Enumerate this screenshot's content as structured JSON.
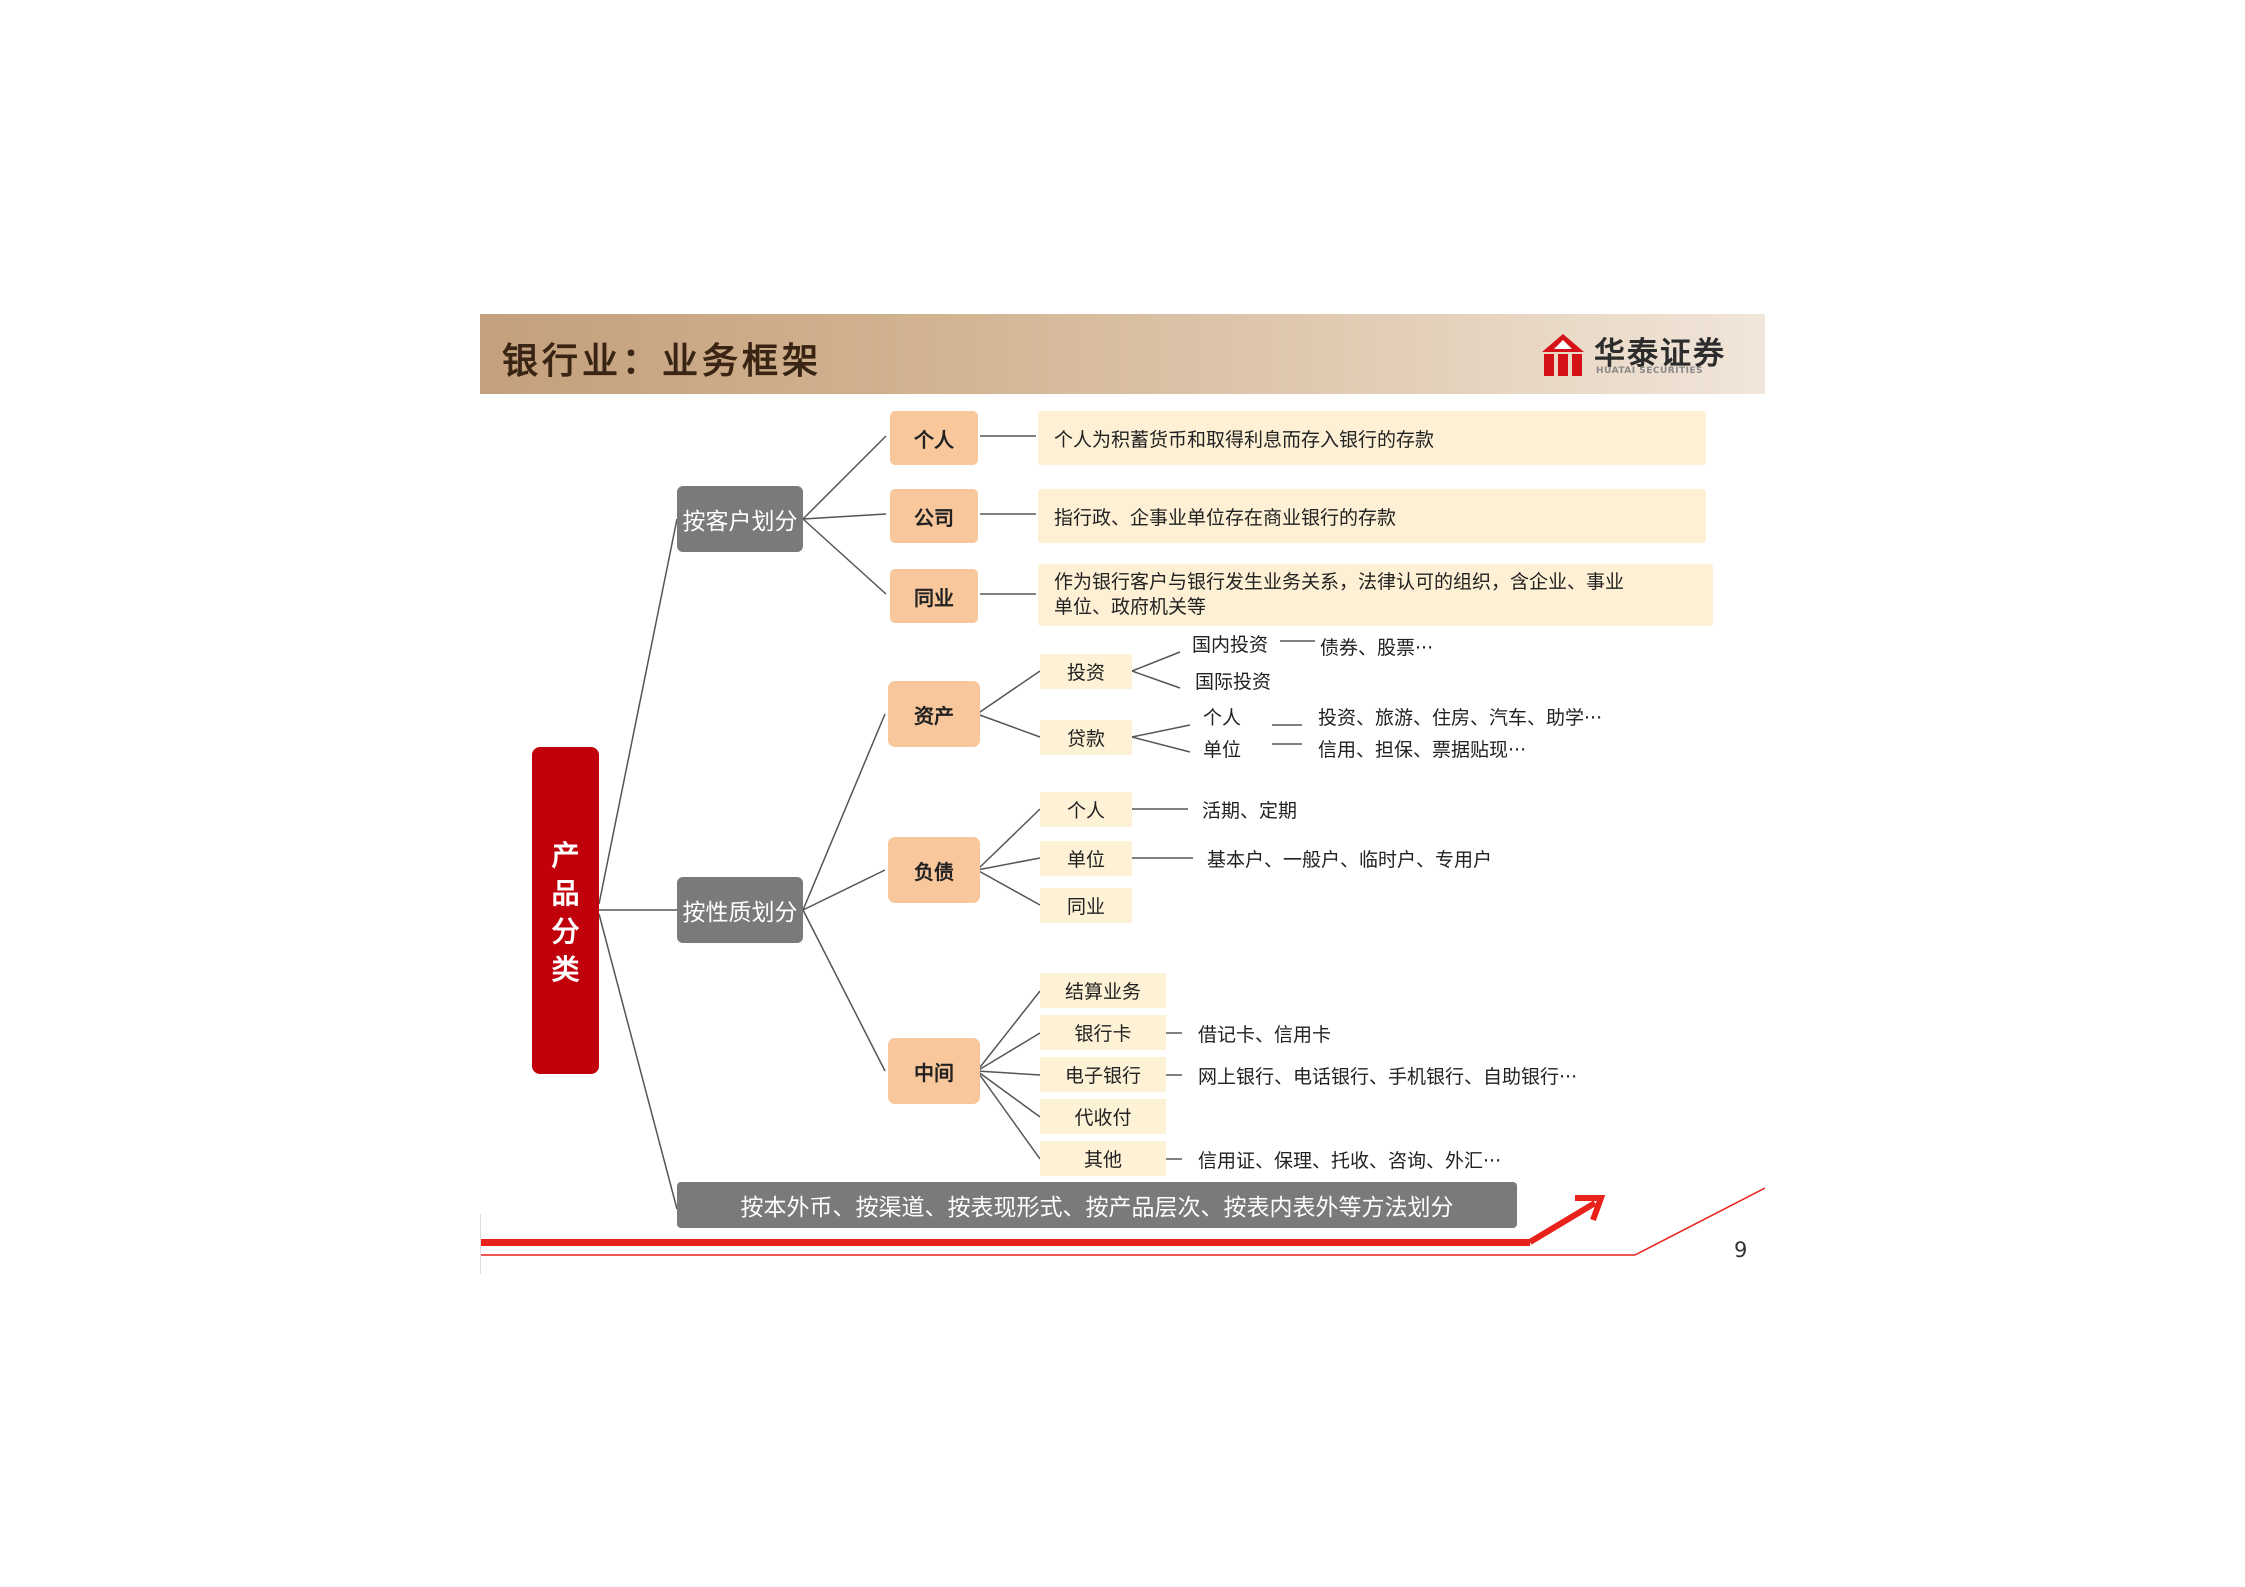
{
  "header": {
    "title": "银行业：业务框架",
    "logo_cn": "华泰证券",
    "logo_en": "HUATAI SECURITIES"
  },
  "root": {
    "chars": [
      "产",
      "品",
      "分",
      "类"
    ]
  },
  "by_customer": {
    "label": "按客户划分",
    "items": [
      {
        "label": "个人",
        "desc": "个人为积蓄货币和取得利息而存入银行的存款"
      },
      {
        "label": "公司",
        "desc": "指行政、企事业单位存在商业银行的存款"
      },
      {
        "label": "同业",
        "desc_line1": "作为银行客户与银行发生业务关系，法律认可的组织，含企业、事业",
        "desc_line2": "单位、政府机关等"
      }
    ]
  },
  "by_nature": {
    "label": "按性质划分",
    "assets": {
      "label": "资产",
      "investment": {
        "label": "投资",
        "domestic": "国内投资",
        "domestic_detail": "债券、股票···",
        "international": "国际投资"
      },
      "loans": {
        "label": "贷款",
        "personal": "个人",
        "personal_detail": "投资、旅游、住房、汽车、助学···",
        "unit": "单位",
        "unit_detail": "信用、担保、票据贴现···"
      }
    },
    "liabilities": {
      "label": "负债",
      "personal": "个人",
      "personal_detail": "活期、定期",
      "unit": "单位",
      "unit_detail": "基本户、一般户、临时户、专用户",
      "interbank": "同业"
    },
    "intermediate": {
      "label": "中间",
      "settlement": "结算业务",
      "bank_card": "银行卡",
      "bank_card_detail": "借记卡、信用卡",
      "e_banking": "电子银行",
      "e_banking_detail": "网上银行、电话银行、手机银行、自助银行···",
      "agency": "代收付",
      "other": "其他",
      "other_detail": "信用证、保理、托收、咨询、外汇···"
    }
  },
  "other_methods": "按本外币、按渠道、按表现形式、按产品层次、按表内表外等方法划分",
  "page_number": "9",
  "colors": {
    "root": "#c0000b",
    "gray": "#7a7a7a",
    "orange": "#f9c79c",
    "cream": "#fdf0d4",
    "accent_red": "#e8211a"
  }
}
